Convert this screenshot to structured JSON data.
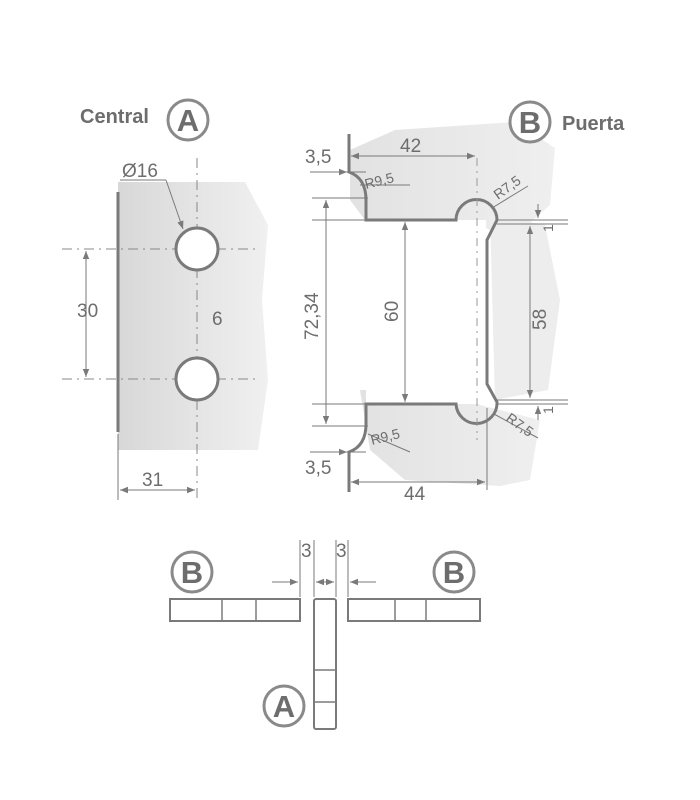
{
  "part_a": {
    "name": "Central",
    "letter": "A",
    "hole_diameter": "Ø16",
    "hole_spacing": "30",
    "thickness": "6",
    "edge_offset": "31"
  },
  "part_b": {
    "name": "Puerta",
    "letter": "B",
    "width_top": "42",
    "width_bottom": "44",
    "offset_top": "3,5",
    "offset_bottom": "3,5",
    "radius_inner_top": "R9,5",
    "radius_inner_bottom": "R9,5",
    "radius_hole_top": "R7,5",
    "radius_hole_bottom": "R7,5",
    "height_total": "72,34",
    "height_inner": "60",
    "height_right": "58",
    "gap_top": "1",
    "gap_bottom": "1"
  },
  "assembly": {
    "left_letter": "B",
    "right_letter": "B",
    "bottom_letter": "A",
    "gap_left": "3",
    "gap_right": "3"
  },
  "colors": {
    "line": "#7a7a7a",
    "text": "#6d6d6d",
    "fill": "#e6e6e6",
    "fill_light": "#ececec"
  }
}
